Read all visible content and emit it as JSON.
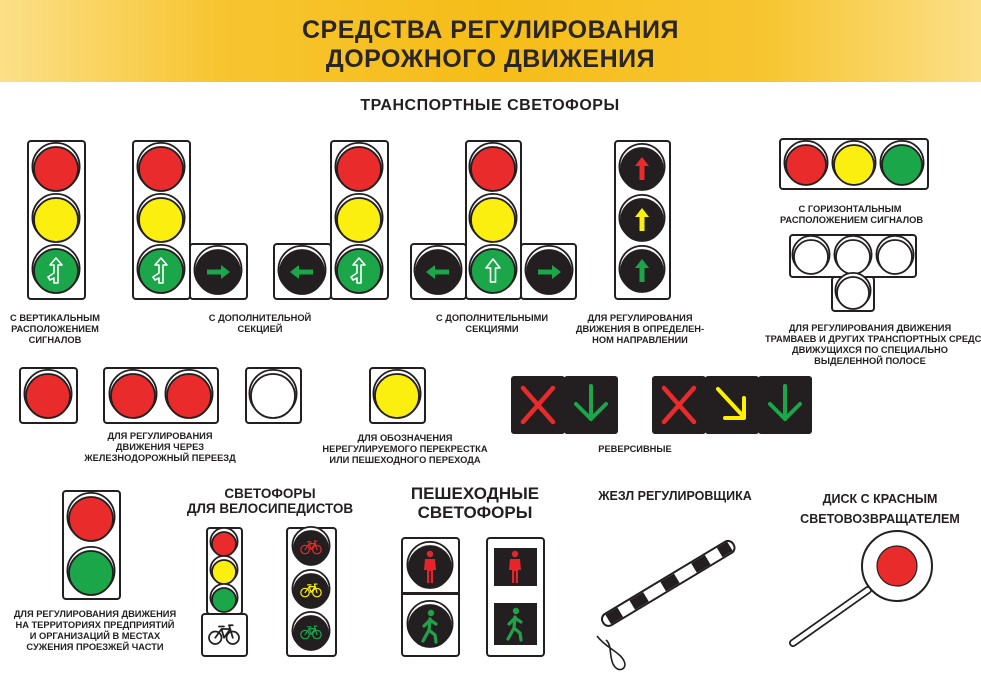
{
  "title": {
    "line1": "СРЕДСТВА РЕГУЛИРОВАНИЯ",
    "line2": "ДОРОЖНОГО ДВИЖЕНИЯ"
  },
  "sections": {
    "transport": "ТРАНСПОРТНЫЕ СВЕТОФОРЫ",
    "bicycle": {
      "line1": "СВЕТОФОРЫ",
      "line2": "ДЛЯ ВЕЛОСИПЕДИСТОВ"
    },
    "pedestrian": {
      "line1": "ПЕШЕХОДНЫЕ",
      "line2": "СВЕТОФОРЫ"
    },
    "baton": "ЖЕЗЛ РЕГУЛИРОВЩИКА",
    "disk": {
      "line1": "ДИСК С КРАСНЫМ",
      "line2": "СВЕТОВОЗВРАЩАТЕЛЕМ"
    }
  },
  "captions": {
    "vertical": [
      "С ВЕРТИКАЛЬНЫМ",
      "РАСПОЛОЖЕНИЕМ",
      "СИГНАЛОВ"
    ],
    "additional_section": [
      "С ДОПОЛНИТЕЛЬНОЙ",
      "СЕКЦИЕЙ"
    ],
    "additional_sections": [
      "С ДОПОЛНИТЕЛЬНЫМИ",
      "СЕКЦИЯМИ"
    ],
    "direction": [
      "ДЛЯ РЕГУЛИРОВАНИЯ",
      "ДВИЖЕНИЯ В ОПРЕДЕЛЕН-",
      "НОМ НАПРАВЛЕНИИ"
    ],
    "horizontal": [
      "С ГОРИЗОНТАЛЬНЫМ",
      "РАСПОЛОЖЕНИЕМ СИГНАЛОВ"
    ],
    "tram": [
      "ДЛЯ РЕГУЛИРОВАНИЯ ДВИЖЕНИЯ",
      "ТРАМВАЕВ И ДРУГИХ ТРАНСПОРТНЫХ СРЕДСТВ",
      "ДВИЖУЩИХСЯ ПО СПЕЦИАЛЬНО",
      "ВЫДЕЛЕННОЙ ПОЛОСЕ"
    ],
    "railway": [
      "ДЛЯ РЕГУЛИРОВАНИЯ",
      "ДВИЖЕНИЯ ЧЕРЕЗ",
      "ЖЕЛЕЗНОДОРОЖНЫЙ ПЕРЕЕЗД"
    ],
    "unregulated": [
      "ДЛЯ ОБОЗНАЧЕНИЯ",
      "НЕРЕГУЛИРУЕМОГО ПЕРЕКРЕСТКА",
      "ИЛИ ПЕШЕХОДНОГО ПЕРЕХОДА"
    ],
    "reversible": [
      "РЕВЕРСИВНЫЕ"
    ],
    "enterprise": [
      "ДЛЯ РЕГУЛИРОВАНИЯ ДВИЖЕНИЯ",
      "НА ТЕРРИТОРИЯХ ПРЕДПРИЯТИЙ",
      "И ОРГАНИЗАЦИЙ В МЕСТАХ",
      "СУЖЕНИЯ ПРОЕЗЖЕЙ ЧАСТИ"
    ]
  },
  "colors": {
    "header": "#f6bd18",
    "red": "#e92b2c",
    "yellow": "#fbef0f",
    "green": "#1ba64a",
    "black": "#231f20",
    "amber_arrow": "#fff200",
    "pedestrian_red": "#e4262a",
    "pedestrian_green": "#22a14a"
  },
  "icons": [
    "arrow-straight-left-icon",
    "arrow-straight-right-icon",
    "arrow-right-icon",
    "arrow-left-icon",
    "arrow-up-icon",
    "cross-icon",
    "arrow-down-icon",
    "arrow-diagonal-icon",
    "bicycle-icon",
    "pedestrian-standing-icon",
    "pedestrian-walking-icon",
    "baton-icon",
    "disk-icon"
  ]
}
